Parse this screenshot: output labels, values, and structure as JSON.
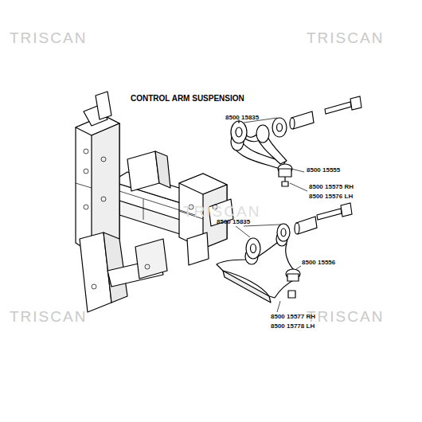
{
  "diagram": {
    "title": "CONTROL ARM SUSPENSION",
    "labels": [
      "8500 15835",
      "8500 15555",
      "8500 15575 RH",
      "8500 15576 LH",
      "8500 15835",
      "8500 15556",
      "8500 15577 RH",
      "8500 15778 LH",
      "TRISCAN",
      "TRISCAN",
      "TRISCAN",
      "TRISCAN",
      "TRISCAN"
    ]
  }
}
